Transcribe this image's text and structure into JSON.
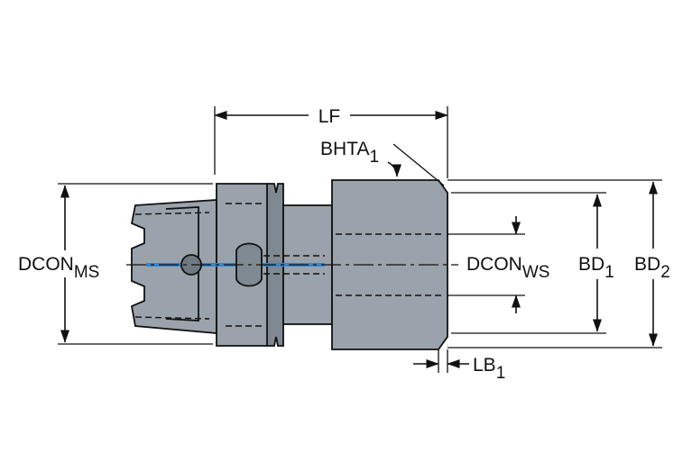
{
  "labels": {
    "lf": "LF",
    "bhta_main": "BHTA",
    "bhta_sub": "1",
    "dcon_ms_main": "DCON",
    "dcon_ms_sub": "MS",
    "dcon_ws_main": "DCON",
    "dcon_ws_sub": "WS",
    "bd1_main": "BD",
    "bd1_sub": "1",
    "bd2_main": "BD",
    "bd2_sub": "2",
    "lb1_main": "LB",
    "lb1_sub": "1"
  },
  "colors": {
    "body_fill": "#9aa3ab",
    "body_shade": "#7f8991",
    "coolant_blue": "#2f86d6",
    "line": "#111111"
  }
}
